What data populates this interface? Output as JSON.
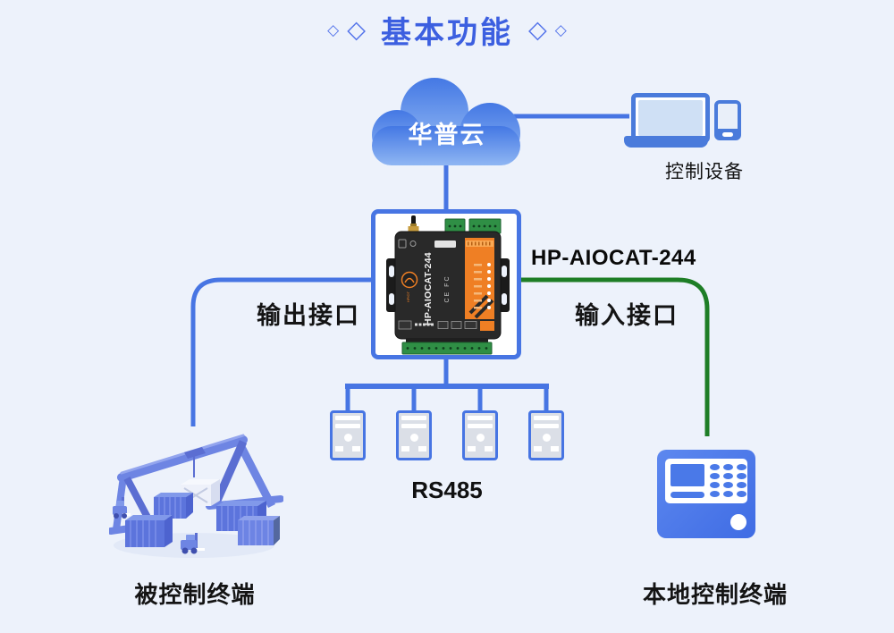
{
  "colors": {
    "background": "#edf2fb",
    "line_blue": "#4775e3",
    "line_green": "#1e7e26",
    "title_blue": "#3c5fe0",
    "device_orange": "#ef7f24",
    "icon_blue": "#4a7bdb"
  },
  "title": {
    "text": "基本功能",
    "diamond": "◇"
  },
  "cloud": {
    "label": "华普云"
  },
  "control_device": {
    "label": "控制设备"
  },
  "device": {
    "model_label": "HP-AIOCAT-244",
    "panel_text": "HP-AIOCAT-244",
    "logo_text": "HPIOT",
    "cert_text": "CE FC"
  },
  "interfaces": {
    "output_label": "输出接口",
    "input_label": "输入接口"
  },
  "rs485": {
    "label": "RS485",
    "module_count": 4
  },
  "terminals": {
    "controlled_label": "被控制终端",
    "local_label": "本地控制终端"
  }
}
